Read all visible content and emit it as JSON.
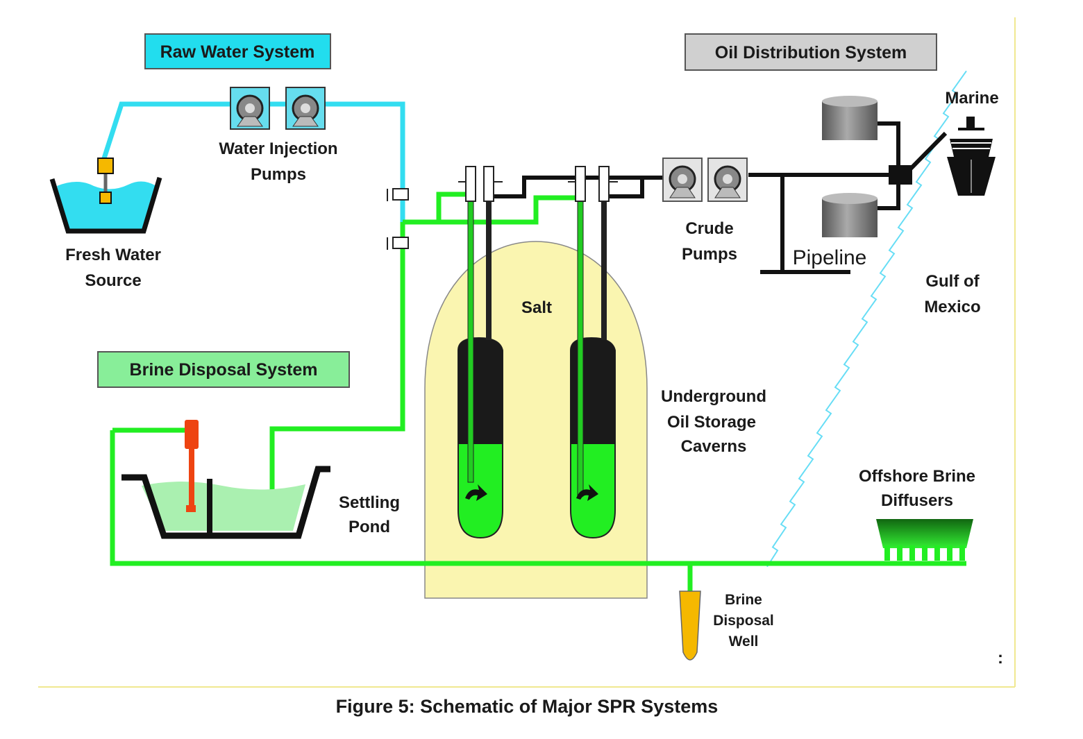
{
  "systems": {
    "raw_water": "Raw Water System",
    "oil_distribution": "Oil Distribution System",
    "brine_disposal": "Brine Disposal System"
  },
  "labels": {
    "water_pumps_1": "Water Injection",
    "water_pumps_2": "Pumps",
    "fresh_water_1": "Fresh Water",
    "fresh_water_2": "Source",
    "salt": "Salt",
    "crude_1": "Crude",
    "crude_2": "Pumps",
    "pipeline": "Pipeline",
    "marine": "Marine",
    "gulf_1": "Gulf of",
    "gulf_2": "Mexico",
    "caverns_1": "Underground",
    "caverns_2": "Oil Storage",
    "caverns_3": "Caverns",
    "pond_1": "Settling",
    "pond_2": "Pond",
    "diffusers_1": "Offshore Brine",
    "diffusers_2": "Diffusers",
    "well_1": "Brine",
    "well_2": "Disposal",
    "well_3": "Well",
    "stray_mark": ":"
  },
  "caption": "Figure 5: Schematic of Major SPR Systems",
  "colors": {
    "raw_water": "#33ddf0",
    "brine": "#22ee22",
    "oil": "#111111",
    "salt": "#faf5b0",
    "raw_box": "#22ddee",
    "oil_box": "#d0d0d0",
    "brine_box": "#88ee99",
    "well": "#f5b800",
    "mixer": "#ee4411",
    "coast": "#66ddf5"
  }
}
